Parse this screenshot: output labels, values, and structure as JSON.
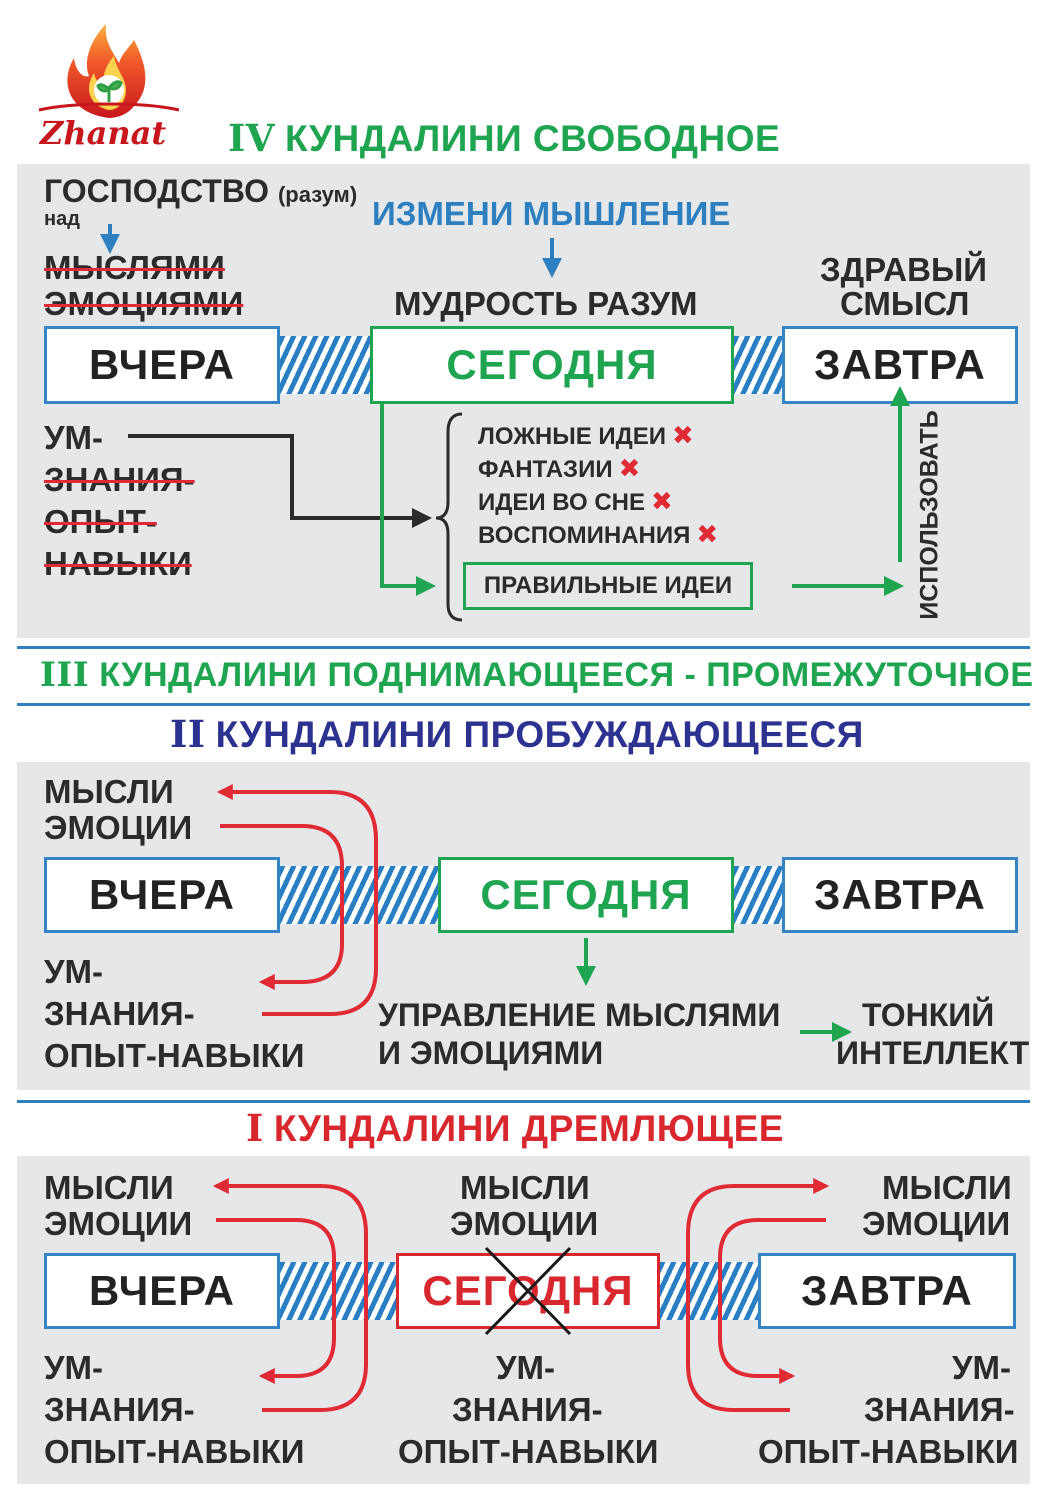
{
  "logo": {
    "text": "Zhanat"
  },
  "colors": {
    "blue": "#3585c6",
    "green": "#1fa450",
    "red": "#d9272e",
    "navy": "#2c3290",
    "panel": "#e6e7e9",
    "dark": "#2b2b2b"
  },
  "s4": {
    "roman": "IV",
    "title": "КУНДАЛИНИ СВОБОДНОЕ",
    "gospodstvo": "ГОСПОДСТВО",
    "razum": "(разум)",
    "nad": "над",
    "mysli": "МЫСЛЯМИ",
    "emocii": "ЭМОЦИЯМИ",
    "izmeni": "ИЗМЕНИ МЫШЛЕНИЕ",
    "mudrost": "МУДРОСТЬ РАЗУМ",
    "zdravy": "ЗДРАВЫЙ",
    "smysl": "СМЫСЛ",
    "vchera": "ВЧЕРА",
    "segodnya": "СЕГОДНЯ",
    "zavtra": "ЗАВТРА",
    "um": "УМ-",
    "znaniya": "ЗНАНИЯ-",
    "opyt": "ОПЫТ-",
    "navyki": "НАВЫКИ",
    "ideas": [
      "ЛОЖНЫЕ ИДЕИ",
      "ФАНТАЗИИ",
      "ИДЕИ ВО СНЕ",
      "ВОСПОМИНАНИЯ"
    ],
    "x_mark": "✖",
    "correct": "ПРАВИЛЬНЫЕ ИДЕИ",
    "use": "ИСПОЛЬЗОВАТЬ"
  },
  "s3": {
    "roman": "III",
    "title": "КУНДАЛИНИ ПОДНИМАЮЩЕЕСЯ - ПРОМЕЖУТОЧНОЕ"
  },
  "s2": {
    "roman": "II",
    "title": "КУНДАЛИНИ ПРОБУЖДАЮЩЕЕСЯ",
    "mysli": "МЫСЛИ",
    "emocii": "ЭМОЦИИ",
    "vchera": "ВЧЕРА",
    "segodnya": "СЕГОДНЯ",
    "zavtra": "ЗАВТРА",
    "um": "УМ-",
    "znaniya": "ЗНАНИЯ-",
    "opyt_navyki": "ОПЫТ-НАВЫКИ",
    "upravlenie1": "УПРАВЛЕНИЕ МЫСЛЯМИ",
    "upravlenie2": "И ЭМОЦИЯМИ",
    "tonky": "ТОНКИЙ",
    "intellekt": "ИНТЕЛЛЕКТ"
  },
  "s1": {
    "roman": "I",
    "title": "КУНДАЛИНИ ДРЕМЛЮЩЕЕ",
    "mysli": "МЫСЛИ",
    "emocii": "ЭМОЦИИ",
    "vchera": "ВЧЕРА",
    "segodnya": "СЕГОДНЯ",
    "zavtra": "ЗАВТРА",
    "um": "УМ-",
    "znaniya": "ЗНАНИЯ-",
    "opyt_navyki": "ОПЫТ-НАВЫКИ"
  }
}
